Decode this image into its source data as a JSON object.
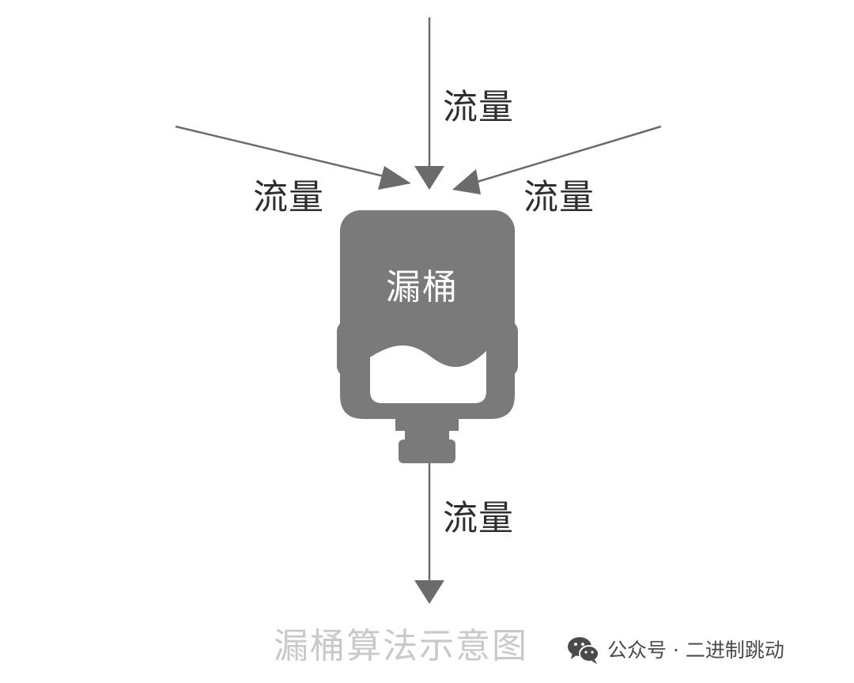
{
  "diagram": {
    "flow_label_top": "流量",
    "flow_label_left": "流量",
    "flow_label_right": "流量",
    "flow_label_bottom": "流量",
    "bucket_label": "漏桶"
  },
  "caption": "漏桶算法示意图",
  "watermark": {
    "icon": "wechat-icon",
    "text": "公众号 · 二进制跳动"
  },
  "colors": {
    "bucket": "#7a7a7a",
    "arrow": "#6b6b6b",
    "label": "#2e2e2e",
    "caption": "#c9c9c9"
  }
}
